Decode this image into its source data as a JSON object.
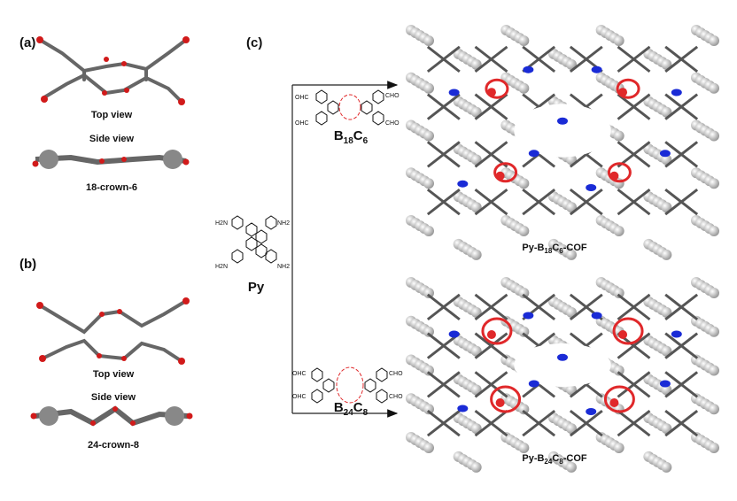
{
  "panels": {
    "a": "(a)",
    "b": "(b)",
    "c": "(c)"
  },
  "panel_a": {
    "top_view": "Top view",
    "side_view": "Side view",
    "name": "18-crown-6"
  },
  "panel_b": {
    "top_view": "Top view",
    "side_view": "Side view",
    "name": "24-crown-8"
  },
  "monomers": {
    "py": {
      "label": "Py",
      "groups": [
        "H2N",
        "NH2",
        "H2N",
        "NH2"
      ]
    },
    "b18c6": {
      "base": "B",
      "sub1": "18",
      "mid": "C",
      "sub2": "6",
      "groups": [
        "OHC",
        "OHC",
        "CHO",
        "CHO"
      ]
    },
    "b24c8": {
      "base": "B",
      "sub1": "24",
      "mid": "C",
      "sub2": "8",
      "groups": [
        "OHC",
        "OHC",
        "CHO",
        "CHO"
      ]
    }
  },
  "products": {
    "cof1": {
      "pre": "Py-B",
      "sub1": "18",
      "mid": "C",
      "sub2": "6",
      "post": "-COF"
    },
    "cof2": {
      "pre": "Py-B",
      "sub1": "24",
      "mid": "C",
      "sub2": "8",
      "post": "-COF"
    }
  },
  "colors": {
    "crown": "#e0282a",
    "nitrogen": "#1a2bd6",
    "carbon": "#7a7a7a",
    "hydrogen": "#d8d8d8",
    "oxygen": "#d11a1a"
  }
}
